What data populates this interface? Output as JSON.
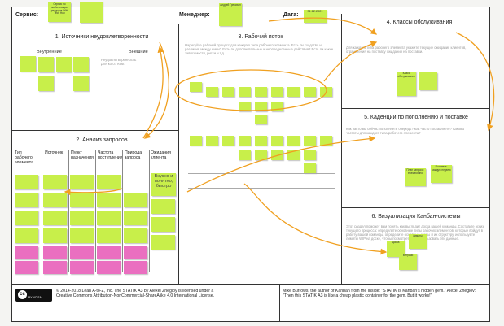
{
  "header": {
    "service_label": "Сервис:",
    "manager_label": "Менеджер:",
    "date_label": "Дата:",
    "service_note": "Сервис по мобилизации ресурсов Wiki Tech Hub",
    "manager_note": "Андрей Гречихин",
    "date_note": "31.12.2021"
  },
  "sections": {
    "s1": "1. Источники неудовлетворенности",
    "s1_internal": "Внутренние",
    "s1_external": "Внешние",
    "s1_external_text": "Неудовлетворенность? Для кого? Кем?",
    "s2": "2. Анализ запросов",
    "s3": "3. Рабочий поток",
    "s3_text": "Нарисуйте рабочий процесс для каждого типа рабочего элемента. Есть ли сходство и различия между ними? Есть ли дополнительные и неопределенные действия? Есть ли какие зависимости, риски и т.д.",
    "s4": "4. Классы обслуживания",
    "s4_text": "Для каждого типа рабочего элемента укажите текущие ожидания клиентов, ограничения на поставку ожидания на поставки.",
    "s5": "5. Каденции по пополнению и поставке",
    "s5_text": "Как часто вы сейчас пополняете очередь? Как часто поставляете? Каковы частоты для каждого типа рабочего элемента?",
    "s6": "6. Визуализация Канбан-системы",
    "s6_text": "Этот раздел поможет вам понять как выглядит доска вашей команды. Составьте эскиз текущего процесса: определите основные типы рабочих элементов, которые войдут в работу вашей команды, определите основные этапы и их структуру, используйте лимиты WIP на доске, чтобы посмотреть как использовать эти данные."
  },
  "table_headers": [
    "Тип рабочего элемента",
    "Источник",
    "Пункт назначения",
    "Частота поступления",
    "Природа запроса",
    "Ожидания клиента"
  ],
  "notes": {
    "big_note": "Вкусно и понятно, быстро",
    "s4_main": "Класс обслуживания",
    "s5_a": "План запроса: ежемесячно",
    "s5_b": "Поставка: каждую неделю",
    "s6_a": "Доска",
    "s6_b": "Лимиты",
    "s6_c": "Метрики"
  },
  "footer": {
    "license_line1": "© 2014-2018 Lean A-to-Z, Inc. The STATIK A3 by Alexei Zhegloy is licensed under a",
    "license_line2": "Creative Commons Attribution-NonCommercial-ShareAlike 4.0 International License.",
    "quote_line1": "Mike Burrows, the author of Kanban from the Inside: \"STATIK is Kanban's hidden gem.\" Alexei Zheglov:",
    "quote_line2": "\"Then this STATIK A3 is like a cheap plastic container for the gem. But it works!\"",
    "cc_badge": "BY NC SA"
  },
  "colors": {
    "note_green": "#c8ef4a",
    "note_pink": "#ea6fc0",
    "arrow_orange": "#f0a020"
  }
}
